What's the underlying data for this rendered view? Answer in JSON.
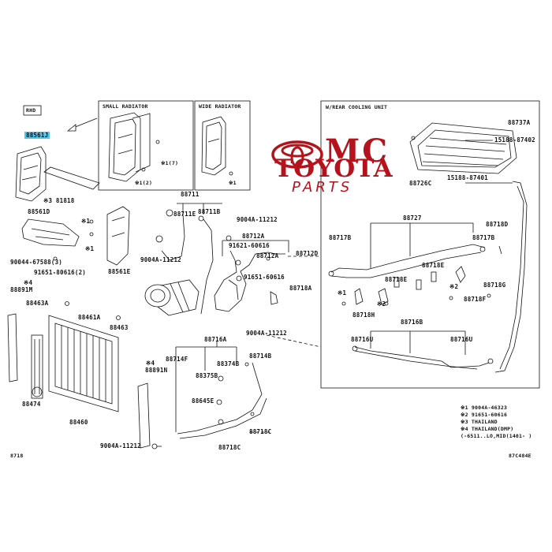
{
  "watermark": {
    "line1": "MC",
    "line2": "TOYOTA",
    "line3": "PARTS",
    "color": "#b5121b"
  },
  "header": {
    "rhd": "RHD",
    "small_radiator": "SMALL RADIATOR",
    "wide_radiator": "WIDE RADIATOR",
    "rear_cooling_unit": "W/REAR COOLING UNIT"
  },
  "labels": {
    "p88561J": "88561J",
    "p81818": "※3 81818",
    "p88561D": "88561D",
    "p90044": "90044-67588(3)",
    "p88561E": "88561E",
    "p91651_1": "91651-80616(2)",
    "p88891M": "88891M",
    "p88463A": "88463A",
    "p88461A": "88461A",
    "p88463": "88463",
    "p88474": "88474",
    "p88460": "88460",
    "star1_a": "※1",
    "star1_b": "※1",
    "star4_a": "※4",
    "star4_b": "※4",
    "small_star1": "※1(7)",
    "small_star1b": "※1(2)",
    "wide_star1": "※1",
    "p88711": "88711",
    "p88711E": "88711E",
    "p88711B": "88711B",
    "p9004A_11212a": "9004A-11212",
    "p9004A_11212b": "9004A-11212",
    "p9004A_11212c": "9004A-11212",
    "p9004A_11212d": "9004A-11212",
    "p88712A": "88712A",
    "p91621": "91621-60616",
    "p88712A_2": "88712A",
    "p88712D": "88712D",
    "p91651_2": "91651-60616",
    "p88718A": "88718A",
    "p88716A": "88716A",
    "p88714F": "88714F",
    "p88374B": "88374B",
    "p88714B": "88714B",
    "p88891N": "88891N",
    "p88375B": "88375B",
    "p88645E": "88645E",
    "p88718C_1": "88718C",
    "p88718C_2": "88718C",
    "p88737A": "88737A",
    "p15188_87402": "15188-87402",
    "p15188_87401": "15188-87401",
    "p88726C": "88726C",
    "p88727": "88727",
    "p88717B_1": "88717B",
    "p88717B_2": "88717B",
    "p88718D": "88718D",
    "p88718E_1": "88718E",
    "p88718E_2": "88718E",
    "p88718F": "88718F",
    "p88718G": "88718G",
    "p88718H": "88718H",
    "p88716B": "88716B",
    "p88716U_1": "88716U",
    "p88716U_2": "88716U",
    "star1_r": "※1",
    "star2_r": "※2",
    "star2_r2": "※2",
    "sp1": "※2",
    "sp2": "※1"
  },
  "legend": [
    "※1  9004A-46323",
    "※2  91651-60616",
    "※3  THAILAND",
    "※4  THAILAND(DMP)",
    "  (-6511..LO,MID(1401-    )"
  ],
  "footer": {
    "left_code": "8718",
    "right_code": "87C484E"
  }
}
